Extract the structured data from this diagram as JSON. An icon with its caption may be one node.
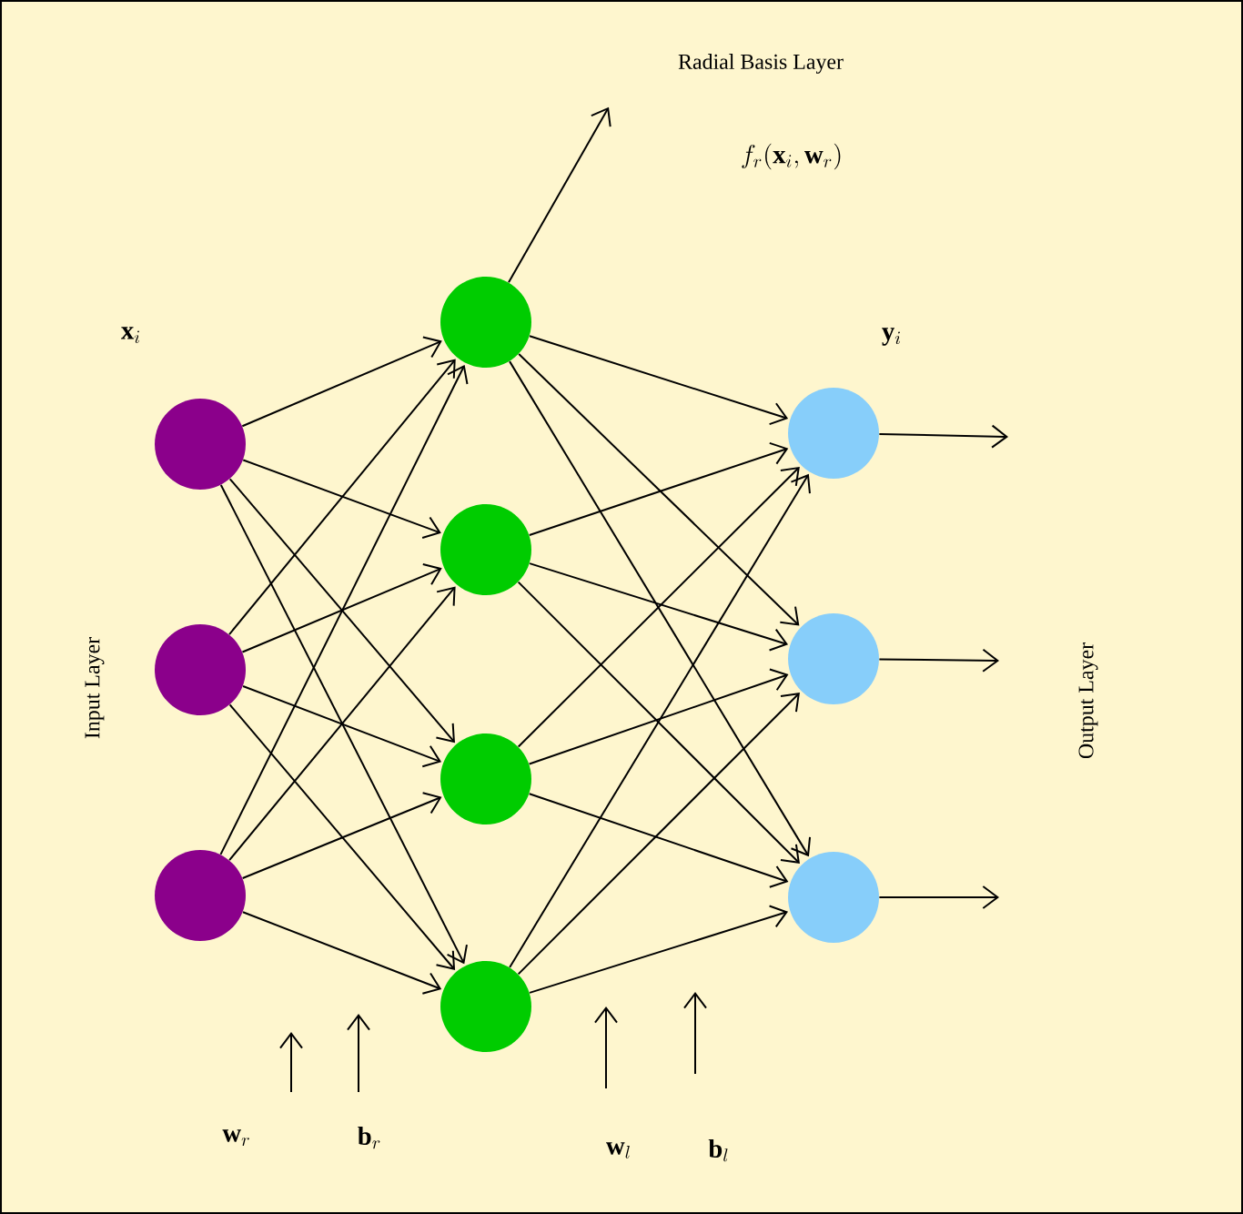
{
  "diagram": {
    "nodes": [
      {
        "text": [],
        "shape": "circle",
        "beside": [
          "\\mathbf{x}_i"
        ]
      },
      {
        "text": [],
        "shape": "circle"
      },
      {
        "text": [],
        "shape": "circle"
      },
      {
        "text": [],
        "shape": "circle"
      },
      {
        "text": [],
        "shape": "circle"
      },
      {
        "text": [],
        "shape": "circle"
      },
      {
        "text": [],
        "shape": "circle"
      },
      {
        "text": [],
        "shape": "circle",
        "beside": [
          "\\mathbf{y}_i"
        ]
      },
      {
        "text": [],
        "shape": "circle"
      },
      {
        "text": [],
        "shape": "circle"
      }
    ],
    "edges": [
      {
        "from": 0,
        "to": 3,
        "arrow": "to"
      },
      {
        "from": 0,
        "to": 4,
        "arrow": "to"
      },
      {
        "from": 0,
        "to": 5,
        "arrow": "to"
      },
      {
        "from": 0,
        "to": 6,
        "arrow": "to"
      },
      {
        "from": 1,
        "to": 3,
        "arrow": "to"
      },
      {
        "from": 1,
        "to": 4,
        "arrow": "to"
      },
      {
        "from": 1,
        "to": 5,
        "arrow": "to"
      },
      {
        "from": 1,
        "to": 6,
        "arrow": "to"
      },
      {
        "from": 2,
        "to": 3,
        "arrow": "to"
      },
      {
        "from": 2,
        "to": 4,
        "arrow": "to"
      },
      {
        "from": 2,
        "to": 5,
        "arrow": "to"
      },
      {
        "from": 2,
        "to": 6,
        "arrow": "to"
      },
      {
        "from": 3,
        "to": 7,
        "arrow": "to"
      },
      {
        "from": 3,
        "to": 8,
        "arrow": "to"
      },
      {
        "from": 3,
        "to": 9,
        "arrow": "to"
      },
      {
        "from": 4,
        "to": 7,
        "arrow": "to"
      },
      {
        "from": 4,
        "to": 8,
        "arrow": "to"
      },
      {
        "from": 4,
        "to": 9,
        "arrow": "to"
      },
      {
        "from": 5,
        "to": 7,
        "arrow": "to"
      },
      {
        "from": 5,
        "to": 8,
        "arrow": "to"
      },
      {
        "from": 5,
        "to": 9,
        "arrow": "to"
      },
      {
        "from": 6,
        "to": 7,
        "arrow": "to"
      },
      {
        "from": 6,
        "to": 8,
        "arrow": "to"
      },
      {
        "from": 6,
        "to": 9,
        "arrow": "to"
      },
      {
        "from": 3,
        "to": null,
        "arrow": "to"
      },
      {
        "from": 7,
        "to": null,
        "arrow": "to"
      },
      {
        "from": 8,
        "to": null,
        "arrow": "to"
      },
      {
        "from": 9,
        "to": null,
        "arrow": "to"
      }
    ],
    "labels": [
      "Radial Basis Layer",
      "f_r(\\mathbf{x}_i,\\mathbf{w}_r)",
      "Input Layer",
      "Output Layer",
      "\\mathbf{w}_r",
      "\\mathbf{b}_r",
      "\\mathbf{w}_l",
      "\\mathbf{b}_l"
    ]
  }
}
